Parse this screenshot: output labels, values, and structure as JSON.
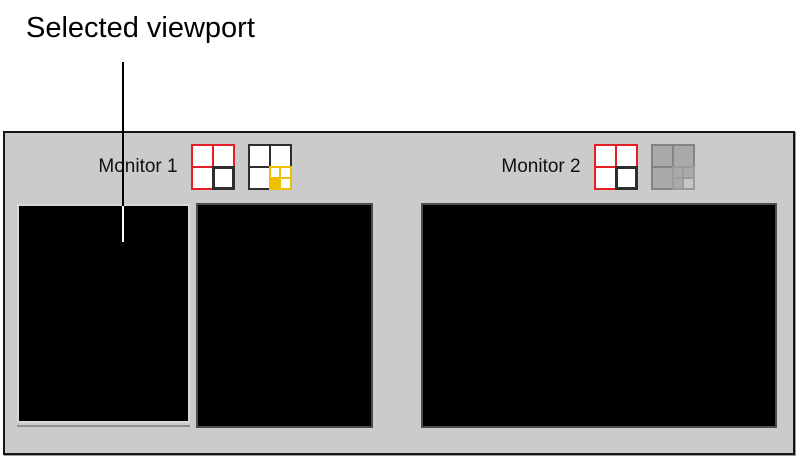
{
  "annotation": {
    "label": "Selected viewport"
  },
  "panel": {
    "monitors": [
      {
        "name": "Monitor 1",
        "layout_buttons": [
          {
            "name": "quad-layout",
            "state": "enabled"
          },
          {
            "name": "subdivide-layout",
            "state": "enabled"
          }
        ],
        "viewports": [
          {
            "id": "viewport-1",
            "selected": true
          },
          {
            "id": "viewport-2",
            "selected": false
          }
        ]
      },
      {
        "name": "Monitor 2",
        "layout_buttons": [
          {
            "name": "quad-layout",
            "state": "enabled"
          },
          {
            "name": "subdivide-layout",
            "state": "disabled"
          }
        ],
        "viewports": [
          {
            "id": "viewport-1",
            "selected": false
          }
        ]
      }
    ]
  },
  "colors": {
    "red": "#e81e25",
    "yellow": "#f0c000",
    "panel_bg": "#cbcbcb",
    "panel_border": "#161616",
    "icon_dark": "#2e2e2e",
    "viewport_fill": "#000000",
    "viewport_border": "#4e4e4e",
    "viewport_selected_border": "#d9d9d9",
    "viewport_shadow": "#8f8f8f",
    "disabled_border": "#848484",
    "disabled_fill": "#a9a9a9",
    "disabled_light": "#c6c6c6",
    "label_color": "#111111"
  }
}
